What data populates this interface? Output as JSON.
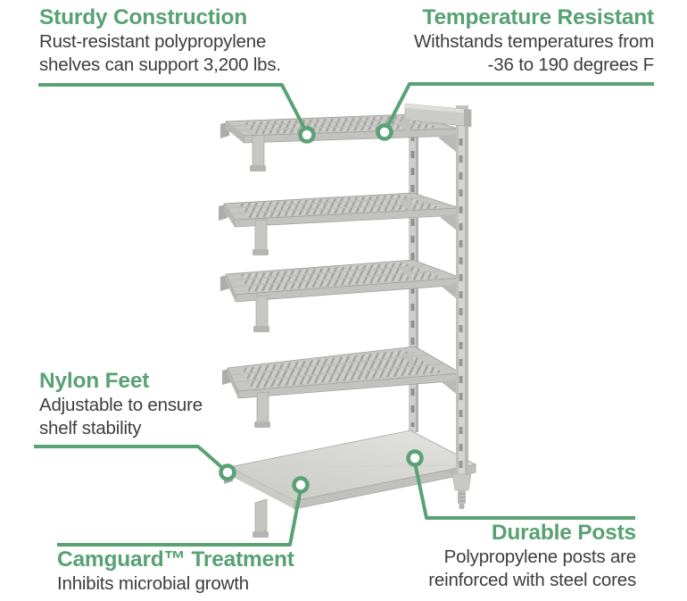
{
  "colors": {
    "accent_green": "#5aa273",
    "body_text": "#3d3d3d",
    "shelf_light_gray": "#d4d4d0",
    "shelf_mid_gray": "#c6c6c2",
    "shelf_dark_gray": "#a2a29e",
    "background": "#ffffff"
  },
  "callouts": {
    "sturdy": {
      "title": "Sturdy Construction",
      "lines": [
        "Rust-resistant polypropylene",
        "shelves can support 3,200 lbs."
      ]
    },
    "temperature": {
      "title": "Temperature Resistant",
      "lines": [
        "Withstands temperatures from",
        "-36 to 190 degrees F"
      ]
    },
    "nylon": {
      "title": "Nylon Feet",
      "lines": [
        "Adjustable to ensure",
        "shelf stability"
      ]
    },
    "camguard": {
      "title": "Camguard™ Treatment",
      "lines": [
        "Inhibits microbial growth"
      ]
    },
    "durable": {
      "title": "Durable Posts",
      "lines": [
        "Polypropylene posts are",
        "reinforced with steel cores"
      ]
    }
  }
}
